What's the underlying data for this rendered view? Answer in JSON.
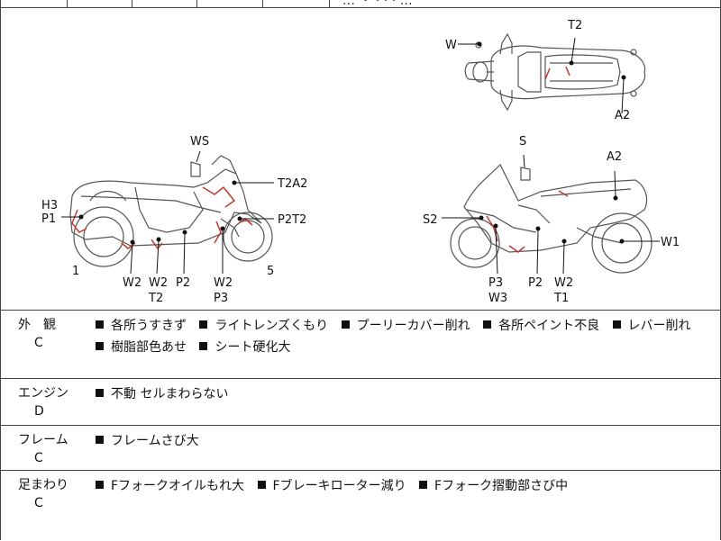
{
  "header": {
    "clipped_text": "… ・ · · · …"
  },
  "diagram": {
    "labels": {
      "top_W": "W",
      "top_T2": "T2",
      "top_A2": "A2",
      "left_WS": "WS",
      "left_T2A2": "T2A2",
      "left_H3": "H3",
      "left_P1": "P1",
      "left_P2T2": "P2T2",
      "left_1": "1",
      "left_5": "5",
      "left_W2a": "W2",
      "left_W2b": "W2",
      "left_T2": "T2",
      "left_P2": "P2",
      "left_W2c": "W2",
      "left_P3": "P3",
      "right_S": "S",
      "right_A2": "A2",
      "right_S2": "S2",
      "right_W1": "W1",
      "right_P3": "P3",
      "right_W3": "W3",
      "right_P2": "P2",
      "right_W2": "W2",
      "right_T1": "T1"
    }
  },
  "sections": [
    {
      "category": "外　観",
      "grade": "C",
      "notes": [
        "各所うすきず",
        "ライトレンズくもり",
        "プーリーカバー削れ",
        "各所ペイント不良",
        "レバー削れ",
        "樹脂部色あせ",
        "シート硬化大"
      ]
    },
    {
      "category": "エンジン",
      "grade": "D",
      "notes": [
        "不動 セルまわらない"
      ]
    },
    {
      "category": "フレーム",
      "grade": "C",
      "notes": [
        "フレームさび大"
      ]
    },
    {
      "category": "足まわり",
      "grade": "C",
      "notes": [
        "Fフォークオイルもれ大",
        "Fブレーキローター減り",
        "Fフォーク摺動部さび中"
      ]
    }
  ]
}
